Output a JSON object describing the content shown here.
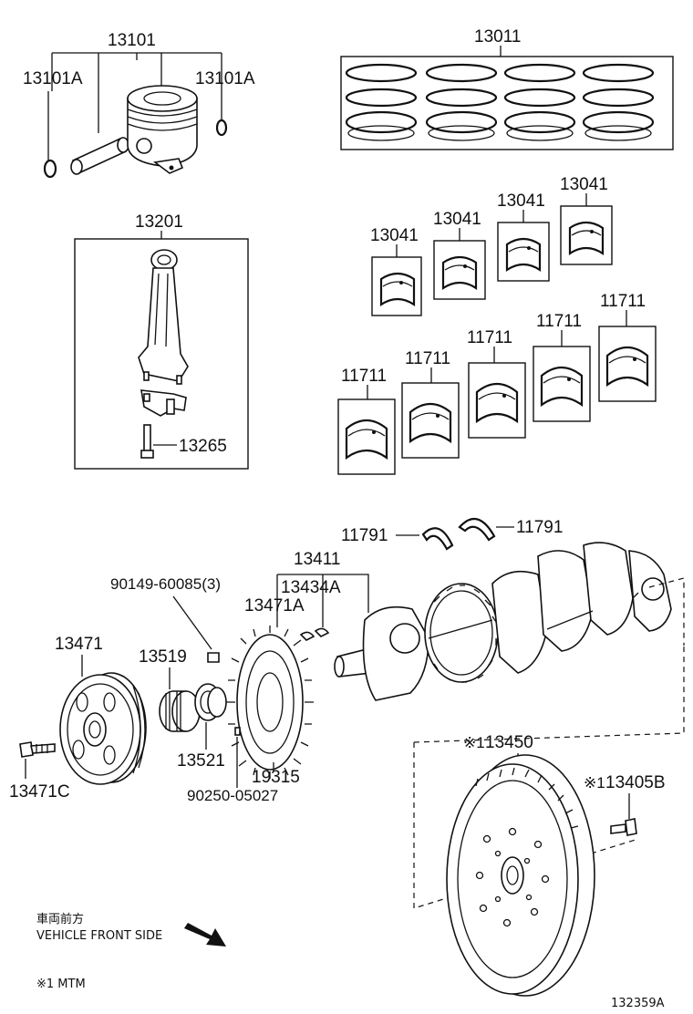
{
  "labels": {
    "p13101": "13101",
    "p13101A_left": "13101A",
    "p13101A_right": "13101A",
    "p13011": "13011",
    "p13201": "13201",
    "p13265": "13265",
    "p13041_a": "13041",
    "p13041_b": "13041",
    "p13041_c": "13041",
    "p13041_d": "13041",
    "p11711_a": "11711",
    "p11711_b": "11711",
    "p11711_c": "11711",
    "p11711_d": "11711",
    "p11711_e": "11711",
    "p11791_left": "11791",
    "p11791_right": "11791",
    "p13411": "13411",
    "p13434A": "13434A",
    "p13471A": "13471A",
    "p90149": "90149-60085(3)",
    "p13471": "13471",
    "p13519": "13519",
    "p13521": "13521",
    "p19315": "19315",
    "p90250": "90250-05027",
    "p13471C": "13471C",
    "p13450": "13450",
    "p13450_mark": "※1",
    "p13405B": "13405B",
    "p13405B_mark": "※1"
  },
  "notes": {
    "front_jp": "車両前方",
    "front_en": "VEHICLE FRONT SIDE",
    "footnote": "※1 MTM",
    "diagram_id": "132359A"
  }
}
